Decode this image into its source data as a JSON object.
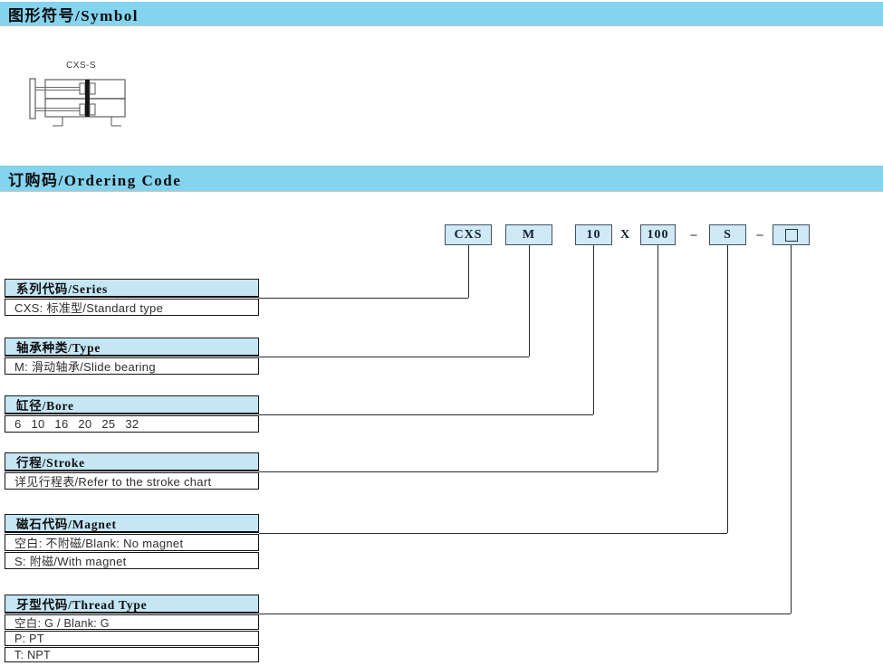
{
  "sections": {
    "symbol": {
      "title": "图形符号/Symbol",
      "drawing_label": "CXS-S"
    },
    "ordering": {
      "title": "订购码/Ordering Code"
    }
  },
  "code_row": {
    "boxes": [
      {
        "id": "series",
        "label": "CXS"
      },
      {
        "id": "type",
        "label": "M"
      },
      {
        "id": "bore",
        "label": "10"
      },
      {
        "id": "stroke",
        "label": "100"
      },
      {
        "id": "magnet",
        "label": "S"
      },
      {
        "id": "thread",
        "label": "",
        "icon": "blank-square"
      }
    ],
    "separators": [
      "X",
      "–",
      "–"
    ]
  },
  "tables": [
    {
      "header": "系列代码/Series",
      "rows": [
        "CXS: 标准型/Standard type"
      ]
    },
    {
      "header": "轴承种类/Type",
      "rows": [
        "M: 滑动轴承/Slide bearing"
      ]
    },
    {
      "header": "缸径/Bore",
      "rows": [
        "6 10 16 20 25 32"
      ]
    },
    {
      "header": "行程/Stroke",
      "rows": [
        "详见行程表/Refer to the stroke chart"
      ]
    },
    {
      "header": "磁石代码/Magnet",
      "rows": [
        "空白: 不附磁/Blank: No magnet",
        "S: 附磁/With magnet"
      ]
    },
    {
      "header": "牙型代码/Thread Type",
      "rows": [
        "空白: G / Blank: G",
        "P: PT",
        "T: NPT"
      ]
    }
  ],
  "colors": {
    "section_bar_blue": "#84d3ef",
    "table_header_blue": "#c4e6f5",
    "code_box_blue": "#cfe9f6",
    "line_dark": "#2a2a2a"
  }
}
